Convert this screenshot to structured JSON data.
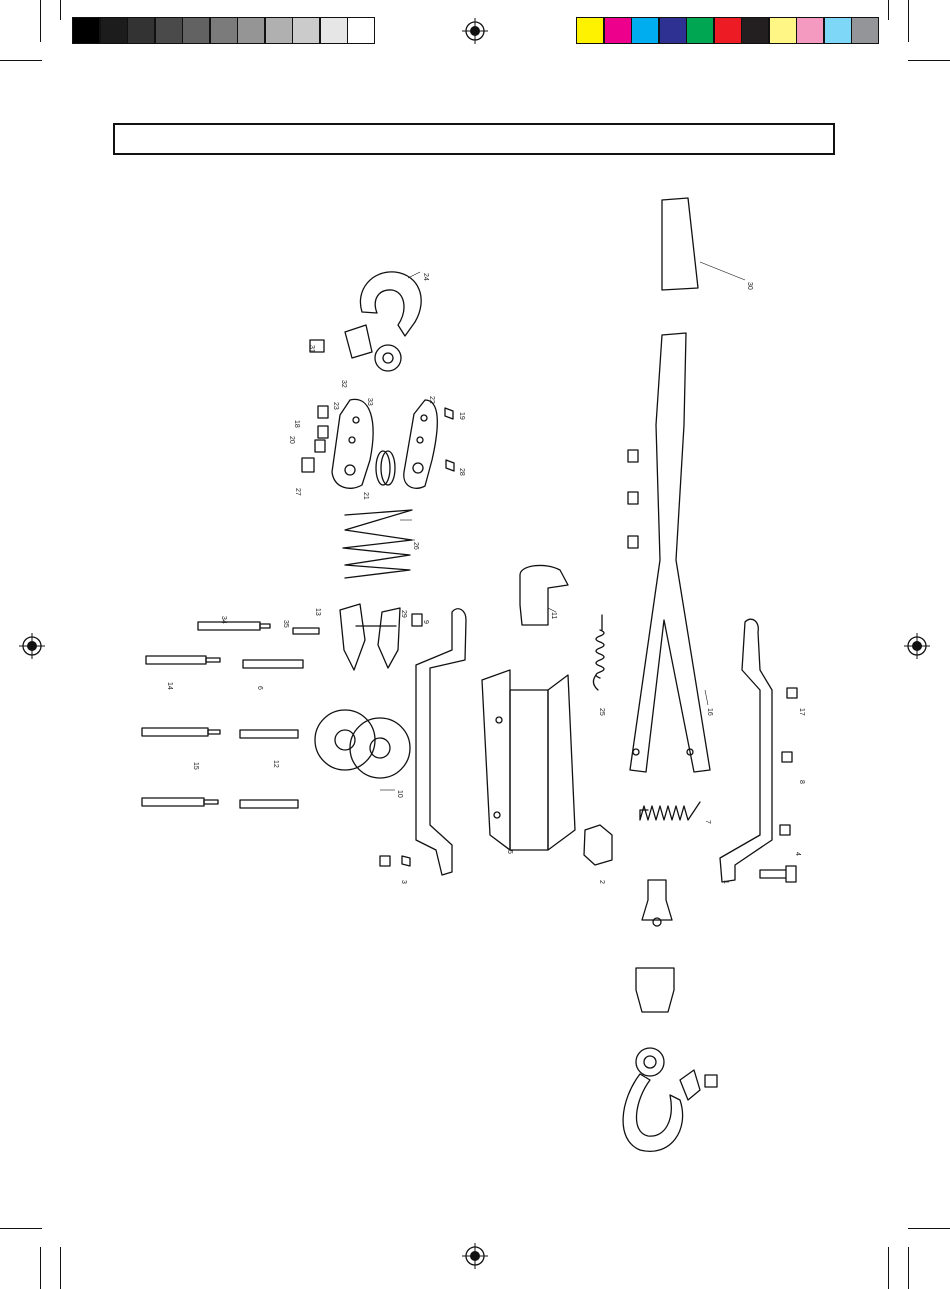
{
  "print_marks": {
    "grayscale_bar": [
      "#000000",
      "#1c1c1c",
      "#333333",
      "#4a4a4a",
      "#626262",
      "#7b7b7b",
      "#959595",
      "#b0b0b0",
      "#cbcbcb",
      "#e6e6e6",
      "#ffffff"
    ],
    "color_bar": [
      "#fff200",
      "#ec008c",
      "#00aeef",
      "#2e3192",
      "#00a651",
      "#ed1c24",
      "#231f20",
      "#fff685",
      "#f49ac1",
      "#7fd7f7",
      "#939598"
    ]
  },
  "title_box": {
    "text": ""
  },
  "diagram": {
    "name": "exploded-parts-diagram",
    "part_labels": [
      "24",
      "30",
      "31",
      "32",
      "33",
      "22",
      "23",
      "18",
      "19",
      "20",
      "21",
      "28",
      "27",
      "26",
      "34",
      "35",
      "13",
      "29",
      "9",
      "11",
      "25",
      "16",
      "17",
      "14",
      "6",
      "15",
      "12",
      "10",
      "8",
      "5",
      "7",
      "4",
      "3",
      "2",
      "1"
    ]
  }
}
